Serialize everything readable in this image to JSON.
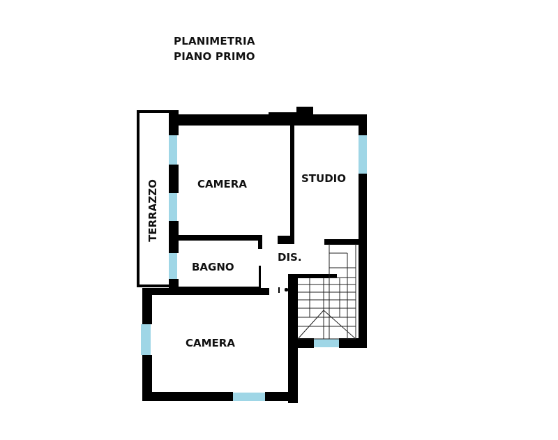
{
  "title": {
    "line1": "PLANIMETRIA",
    "line2": "PIANO PRIMO"
  },
  "rooms": [
    {
      "id": "terrazzo",
      "label": "TERRAZZO"
    },
    {
      "id": "camera-1",
      "label": "CAMERA"
    },
    {
      "id": "studio",
      "label": "STUDIO"
    },
    {
      "id": "bagno",
      "label": "BAGNO"
    },
    {
      "id": "disimpegno",
      "label": "DIS."
    },
    {
      "id": "camera-2",
      "label": "CAMERA"
    }
  ],
  "colors": {
    "wall": "#000000",
    "window": "#9fd6e6",
    "background": "#ffffff"
  }
}
